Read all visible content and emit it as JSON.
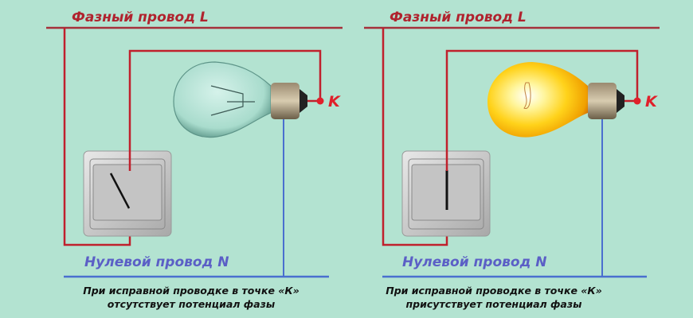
{
  "panels": [
    {
      "phase_label": "Фазный провод L",
      "neutral_label": "Нулевой провод N",
      "point_label": "K",
      "caption_line1": "При исправной проводке в точке «К»",
      "caption_line2": "отсутствует потенциал фазы",
      "switch_state": "off",
      "bulb_state": "off"
    },
    {
      "phase_label": "Фазный провод L",
      "neutral_label": "Нулевой провод N",
      "point_label": "K",
      "caption_line1": "При исправной проводке в точке «К»",
      "caption_line2": "присутствует потенциал фазы",
      "switch_state": "on",
      "bulb_state": "on"
    }
  ],
  "colors": {
    "background": "#b3e3d1",
    "phase": "#b0232e",
    "neutral": "#4a6fcf",
    "point": "#e0202a"
  }
}
